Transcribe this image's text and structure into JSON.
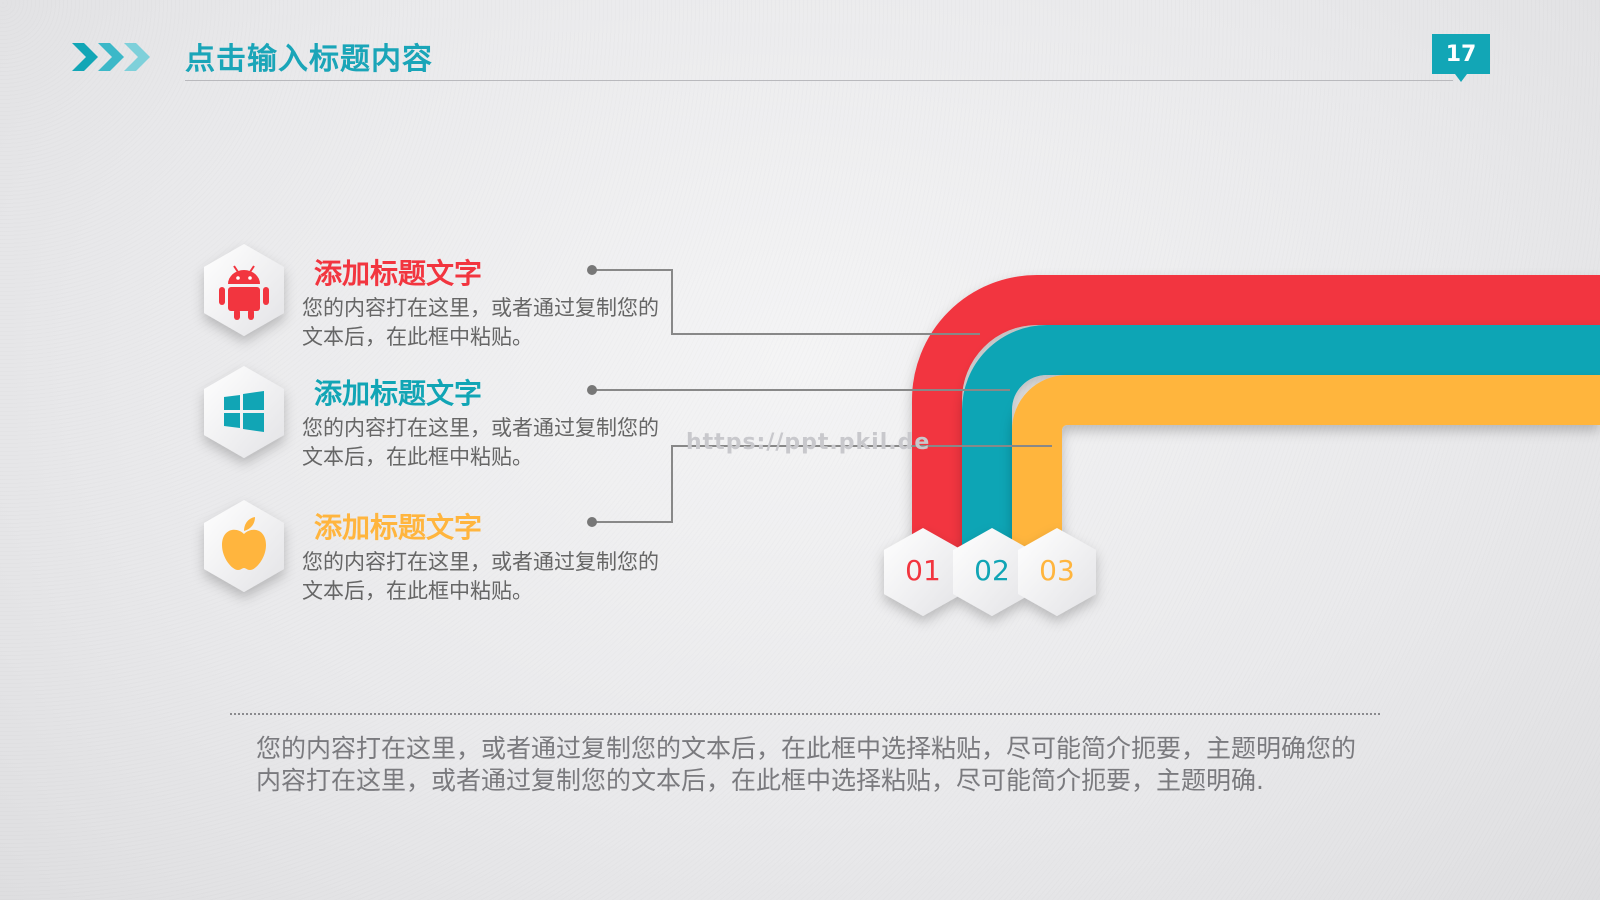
{
  "header": {
    "title": "点击输入标题内容",
    "page_number": "17"
  },
  "items": [
    {
      "title": "添加标题文字",
      "desc": "您的内容打在这里，或者通过复制您的文本后，在此框中粘贴。",
      "color": "#f2353f",
      "icon": "android-icon"
    },
    {
      "title": "添加标题文字",
      "desc": "您的内容打在这里，或者通过复制您的文本后，在此框中粘贴。",
      "color": "#11a5b5",
      "icon": "windows-icon"
    },
    {
      "title": "添加标题文字",
      "desc": "您的内容打在这里，或者通过复制您的文本后，在此框中粘贴。",
      "color": "#ffb53e",
      "icon": "apple-icon"
    }
  ],
  "steps": [
    {
      "label": "01",
      "color": "#f2353f"
    },
    {
      "label": "02",
      "color": "#11a5b5"
    },
    {
      "label": "03",
      "color": "#ffb53e"
    }
  ],
  "watermark": "https://ppt.pkil.de",
  "footer": {
    "text": "您的内容打在这里，或者通过复制您的文本后，在此框中选择粘贴，尽可能简介扼要，主题明确您的内容打在这里，或者通过复制您的文本后，在此框中选择粘贴，尽可能简介扼要，主题明确."
  },
  "colors": {
    "accent": "#12a6b6",
    "red": "#f2353f",
    "teal": "#11a5b5",
    "orange": "#ffb53e"
  }
}
